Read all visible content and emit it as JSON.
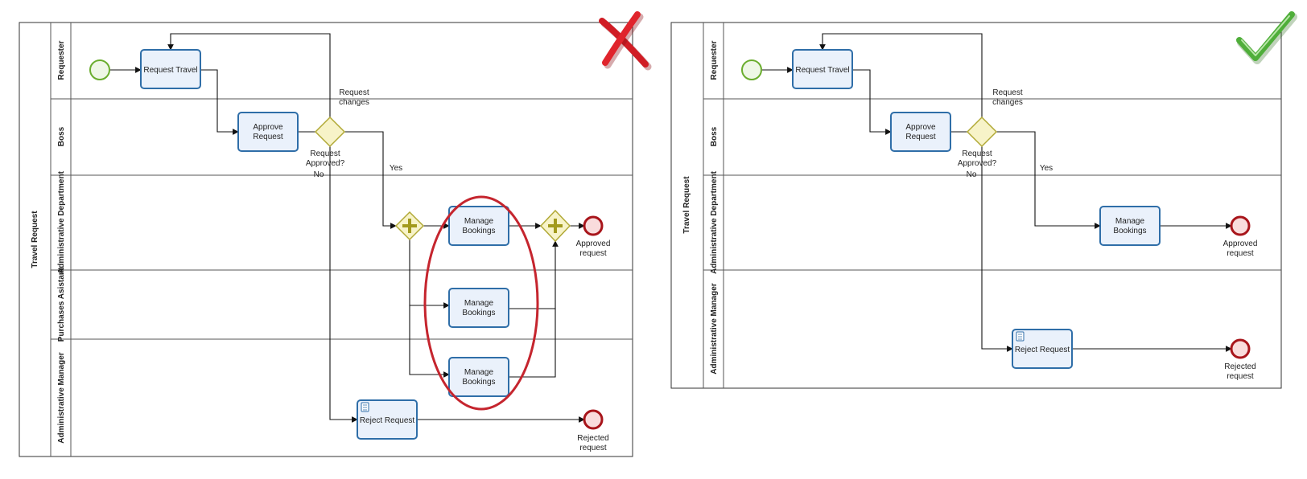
{
  "colors": {
    "task_fill": "#eaf1fb",
    "task_stroke": "#2f6ea8",
    "start_stroke": "#6aad2e",
    "end_stroke": "#a8151b",
    "gateway_fill": "#f7f3c8",
    "highlight_ellipse": "#c5252e",
    "wrong_mark": "#d01c24",
    "right_mark": "#4fae3a"
  },
  "icons": {
    "wrong": "cross-mark-icon",
    "right": "check-mark-icon",
    "script": "script-icon"
  },
  "left": {
    "pool_label": "Travel Request",
    "lanes": [
      "Requester",
      "Boss",
      "Administrative Department",
      "Purchases Asistant",
      "Administrative Manager"
    ],
    "tasks": {
      "request_travel": "Request Travel",
      "approve_1": "Approve",
      "approve_2": "Request",
      "manage_1": "Manage",
      "manage_2": "Bookings",
      "reject": "Reject Request"
    },
    "labels": {
      "request_changes_1": "Request",
      "request_changes_2": "changes",
      "approved_q_1": "Request",
      "approved_q_2": "Approved?",
      "no": "No",
      "yes": "Yes",
      "approved_end_1": "Approved",
      "approved_end_2": "request",
      "rejected_end_1": "Rejected",
      "rejected_end_2": "request"
    }
  },
  "right": {
    "pool_label": "Travel Request",
    "lanes": [
      "Requester",
      "Boss",
      "Administrative Department",
      "Administrative Manager"
    ],
    "tasks": {
      "request_travel": "Request Travel",
      "approve_1": "Approve",
      "approve_2": "Request",
      "manage_1": "Manage",
      "manage_2": "Bookings",
      "reject": "Reject Request"
    },
    "labels": {
      "request_changes_1": "Request",
      "request_changes_2": "changes",
      "approved_q_1": "Request",
      "approved_q_2": "Approved?",
      "no": "No",
      "yes": "Yes",
      "approved_end_1": "Approved",
      "approved_end_2": "request",
      "rejected_end_1": "Rejected",
      "rejected_end_2": "request"
    }
  }
}
